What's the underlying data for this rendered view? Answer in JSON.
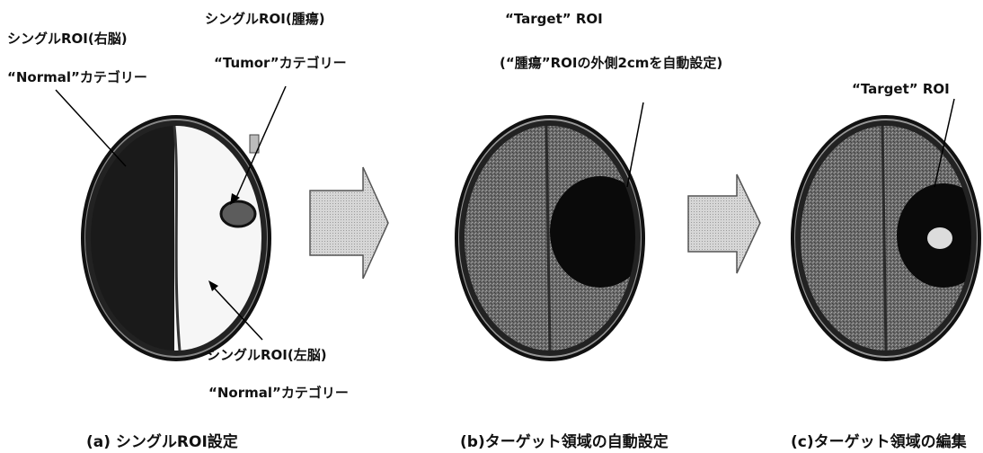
{
  "panel_a": {
    "label_right_roi": "シングルROI(右脳)",
    "label_right_category": "“Normal”カテゴリー",
    "label_tumor_roi": "シングルROI(腫瘍)",
    "label_tumor_category": "“Tumor”カテゴリー",
    "label_left_roi": "シングルROI(左脳)",
    "label_left_category": "“Normal”カテゴリー",
    "caption": "(a)  シングルROI設定"
  },
  "panel_b": {
    "label_target": "“Target”  ROI",
    "label_target_note": "(“腫瘍”ROIの外側2cmを自動設定)",
    "caption": "(b)ターゲット領域の自動設定"
  },
  "panel_c": {
    "label_target": "“Target”  ROI",
    "caption": "(c)ターゲット領域の編集"
  },
  "colors": {
    "roi_dark": "#1a1a1a",
    "brain_scan": "#5a5a5a",
    "arrow_fill": "#cfcfcf",
    "tumor": "#5c5c5c"
  }
}
